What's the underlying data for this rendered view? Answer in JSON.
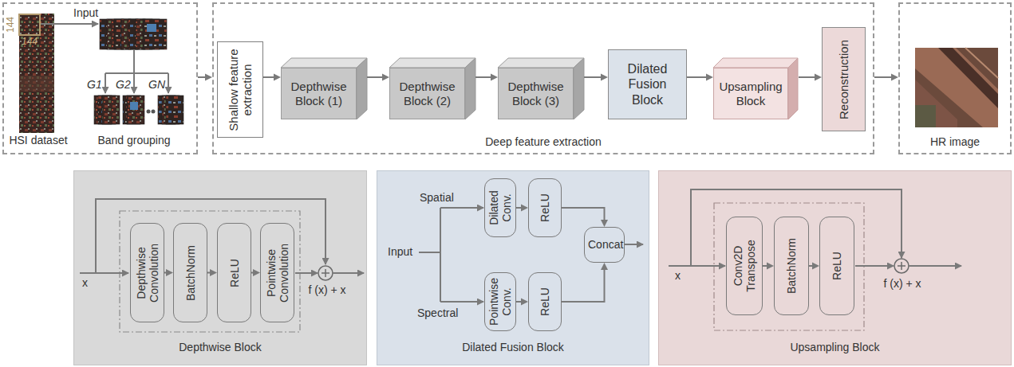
{
  "diagram": {
    "nodes": [
      {
        "text": [
          "HSI dataset",
          "Band grouping"
        ]
      },
      {
        "text": [
          "Deep feature extraction"
        ]
      },
      {
        "text": [
          "Shallow feature extraction"
        ],
        "in": 1
      },
      {
        "text": [
          "Depthwise Block (1)"
        ],
        "in": 1
      },
      {
        "text": [
          "Depthwise Block (2)"
        ],
        "in": 1
      },
      {
        "text": [
          "Depthwise Block (3)"
        ],
        "in": 1
      },
      {
        "text": [
          "Dilated Fusion Block"
        ],
        "in": 1
      },
      {
        "text": [
          "Upsampling Block"
        ],
        "in": 1
      },
      {
        "text": [
          "Reconstruction"
        ],
        "in": 1
      },
      {
        "text": [
          "HR image"
        ]
      },
      {
        "text": [
          "Depthwise Block"
        ]
      },
      {
        "text": [
          "Depthwise Convolution"
        ],
        "in": 10
      },
      {
        "text": [
          "BatchNorm"
        ],
        "in": 10
      },
      {
        "text": [
          "ReLU"
        ],
        "in": 10
      },
      {
        "text": [
          "Pointwise Convolution"
        ],
        "in": 10
      },
      {
        "text": [
          "Dilated Fusion Block"
        ]
      },
      {
        "text": [
          "Dilated Conv."
        ],
        "in": 15
      },
      {
        "text": [
          "ReLU"
        ],
        "in": 15
      },
      {
        "text": [
          "Pointwise Conv."
        ],
        "in": 15
      },
      {
        "text": [
          "ReLU"
        ],
        "in": 15
      },
      {
        "text": [
          "Concat"
        ],
        "in": 15
      },
      {
        "text": [
          "Upsampling Block"
        ]
      },
      {
        "text": [
          "Conv2D Transpose"
        ],
        "in": 21
      },
      {
        "text": [
          "BatchNorm"
        ],
        "in": 21
      },
      {
        "text": [
          "ReLU"
        ],
        "in": 21
      }
    ],
    "edges": [
      {
        "from": 0,
        "to": 1,
        "arrow": "to"
      },
      {
        "from": 1,
        "to": 9,
        "arrow": "to"
      },
      {
        "from": 2,
        "to": 3,
        "arrow": "to"
      },
      {
        "from": 3,
        "to": 4,
        "arrow": "to"
      },
      {
        "from": 4,
        "to": 5,
        "arrow": "to"
      },
      {
        "from": 5,
        "to": 6,
        "arrow": "to"
      },
      {
        "from": 6,
        "to": 7,
        "arrow": "to"
      },
      {
        "from": 7,
        "to": 8,
        "arrow": "to"
      },
      {
        "from": 11,
        "to": 12,
        "arrow": "to"
      },
      {
        "from": 12,
        "to": 13,
        "arrow": "to"
      },
      {
        "from": 13,
        "to": 14,
        "arrow": "to"
      },
      {
        "from": 16,
        "to": 17,
        "arrow": "to"
      },
      {
        "from": 18,
        "to": 19,
        "arrow": "to"
      },
      {
        "from": 17,
        "to": 20,
        "arrow": "to"
      },
      {
        "from": 19,
        "to": 20,
        "arrow": "to"
      },
      {
        "from": 22,
        "to": 23,
        "arrow": "to"
      },
      {
        "from": 23,
        "to": 24,
        "arrow": "to"
      }
    ],
    "labels": [
      "144",
      "144",
      "Input",
      "G1",
      "G2",
      "GN",
      "x",
      "f (x) + x",
      "Spatial",
      "Input",
      "Spectral",
      "x",
      "f (x) + x"
    ]
  }
}
